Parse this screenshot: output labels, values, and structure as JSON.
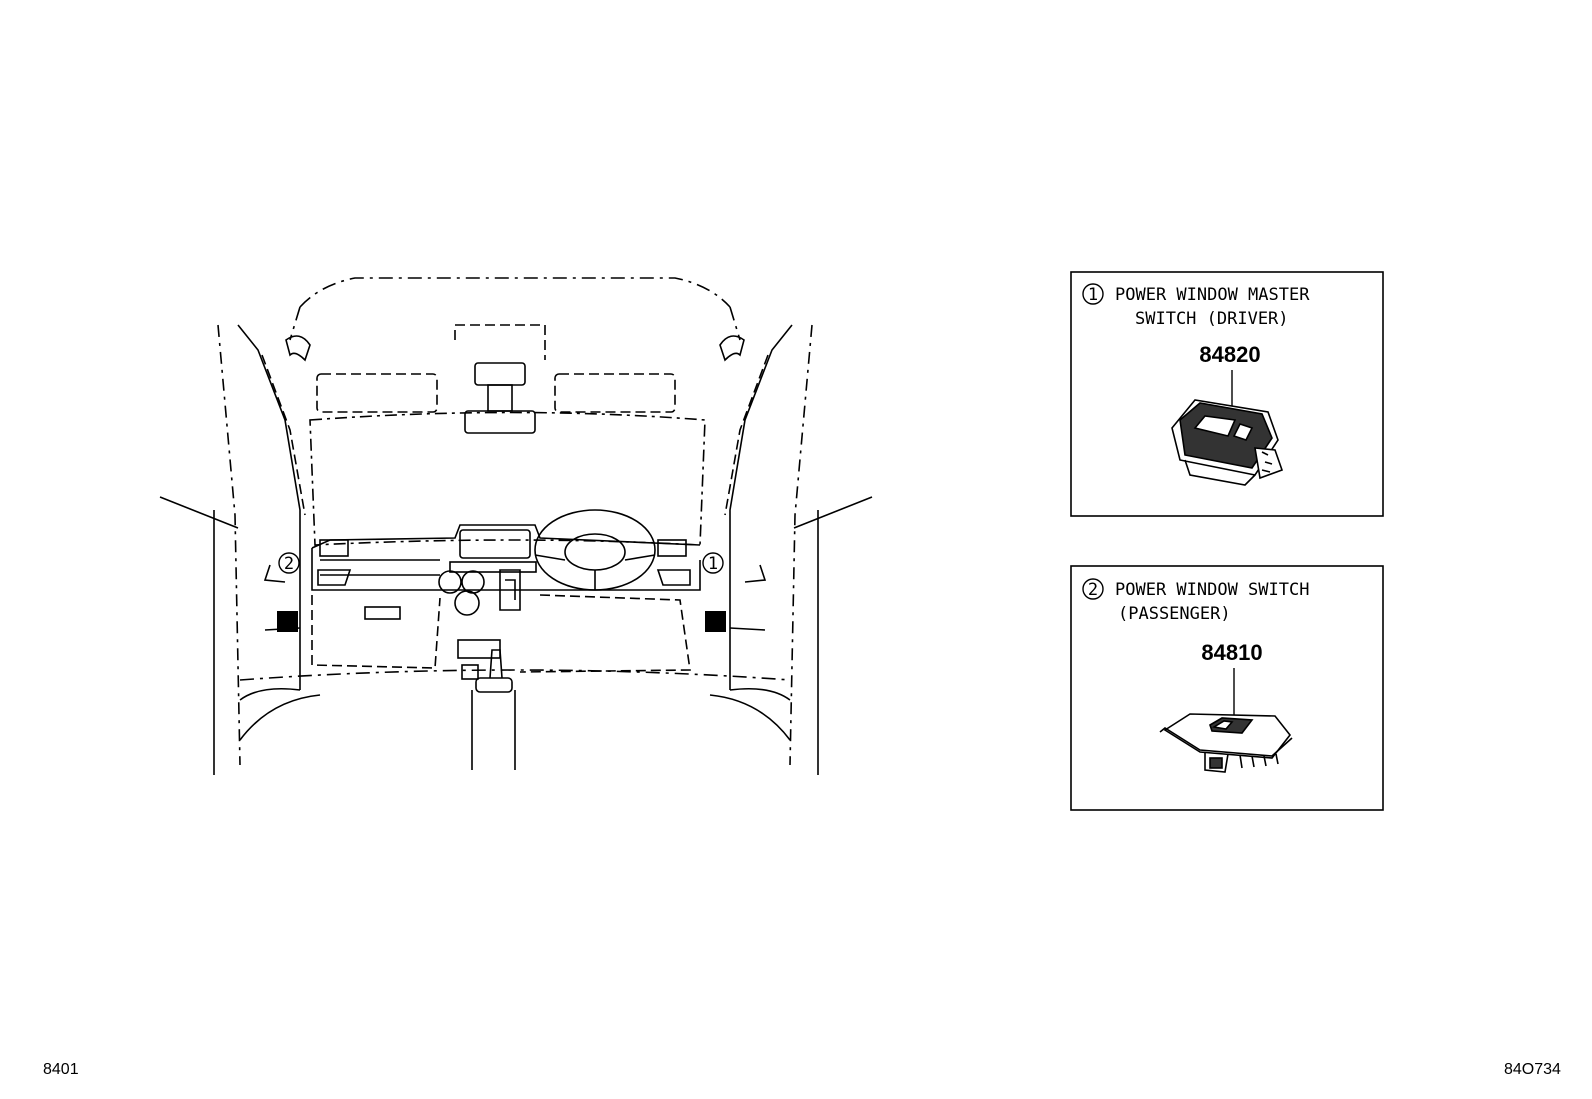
{
  "callouts": [
    {
      "number": "1",
      "title_line1": "POWER WINDOW MASTER",
      "title_line2": "SWITCH (DRIVER)",
      "part_number": "84820"
    },
    {
      "number": "2",
      "title_line1": "POWER WINDOW SWITCH",
      "title_line2": "(PASSENGER)",
      "part_number": "84810"
    }
  ],
  "location_markers": {
    "left": "2",
    "right": "1"
  },
  "footer": {
    "left_code": "8401",
    "right_code": "84O734"
  }
}
